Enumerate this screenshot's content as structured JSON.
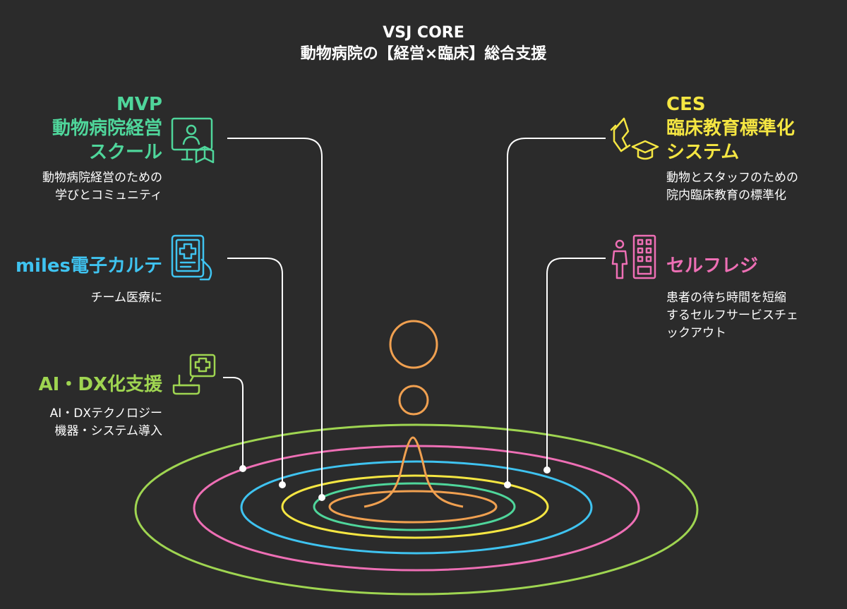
{
  "title": "VSJ CORE\n動物病院の【経営×臨床】総合支援",
  "colors": {
    "background": "#2b2b2b",
    "green": "#4fd69b",
    "blue": "#3fc3f0",
    "lime": "#9fd551",
    "yellow": "#f5e642",
    "pink": "#ee6fb5",
    "orange": "#f0a050",
    "line": "#ffffff"
  },
  "items": {
    "mvp": {
      "heading": "MVP\n動物病院経営\nスクール",
      "desc": "動物病院経営のための\n学びとコミュニティ",
      "icon": "teacher-book-icon",
      "color": "#4fd69b"
    },
    "miles": {
      "heading": "miles電子カルテ",
      "desc": "チーム医療に",
      "icon": "medical-tablet-icon",
      "color": "#3fc3f0"
    },
    "ai": {
      "heading": "AI・DX化支援",
      "desc": "AI・DXテクノロジー\n機器・システム導入",
      "icon": "laptop-medical-icon",
      "color": "#9fd551"
    },
    "ces": {
      "heading": "CES\n臨床教育標準化\nシステム",
      "desc": "動物とスタッフのための\n院内臨床教育の標準化",
      "icon": "dog-graduation-icon",
      "color": "#f5e642"
    },
    "selfreg": {
      "heading": "セルフレジ",
      "desc": "患者の待ち時間を短縮\nするセルフサービスチェ\nックアウト",
      "icon": "self-checkout-icon",
      "color": "#ee6fb5"
    }
  }
}
